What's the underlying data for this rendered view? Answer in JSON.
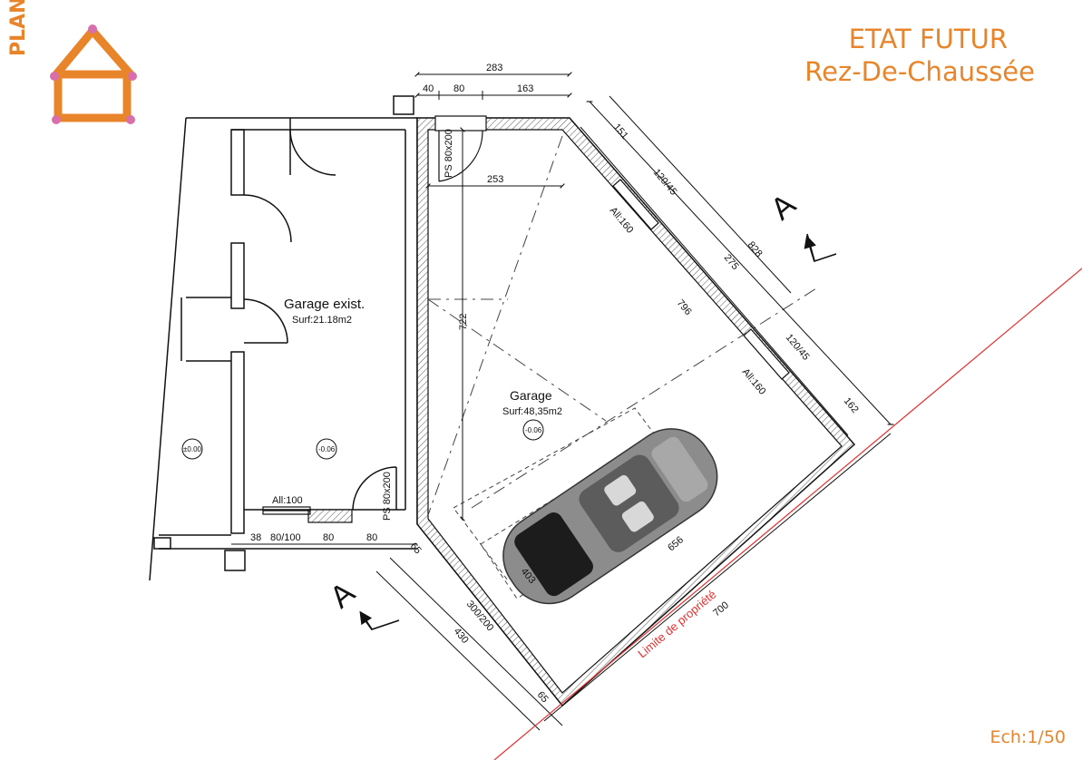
{
  "header": {
    "plan_label": "PLAN B",
    "title_line1": "ETAT FUTUR",
    "title_line2": "Rez-De-Chaussée",
    "scale": "Ech:1/50"
  },
  "rooms": {
    "existing": {
      "name": "Garage exist.",
      "area": "Surf:21.18m2"
    },
    "new": {
      "name": "Garage",
      "area": "Surf:48,35m2"
    }
  },
  "levels": {
    "left": "±0.00",
    "existing": "-0.06",
    "new": "-0.06"
  },
  "openings": {
    "door_top": "PS 80x200",
    "door_bottom": "PS 80x200",
    "window_bottom": "All:100",
    "window_upper": "All:160",
    "window_lower": "All:160",
    "window_upper_size": "120/45",
    "window_lower_size": "120/45"
  },
  "dimensions": {
    "top_total": "283",
    "top_a": "40",
    "top_b": "80",
    "top_c": "163",
    "inner_width": "253",
    "height_left": "722",
    "diag_a": "151",
    "diag_b": "275",
    "diag_c": "162",
    "diag_total": "828",
    "diag_inner": "796",
    "bottom_a": "38",
    "bottom_b": "80/100",
    "bottom_c": "80",
    "bottom_d": "80",
    "bottom_e": "65",
    "slab_inner": "656",
    "slab_total": "700",
    "side_a": "403",
    "side_b": "300/200",
    "side_c": "430",
    "side_d": "65"
  },
  "annotations": {
    "section_top": "A",
    "section_bottom": "A",
    "property_line": "Limite de propriété"
  }
}
